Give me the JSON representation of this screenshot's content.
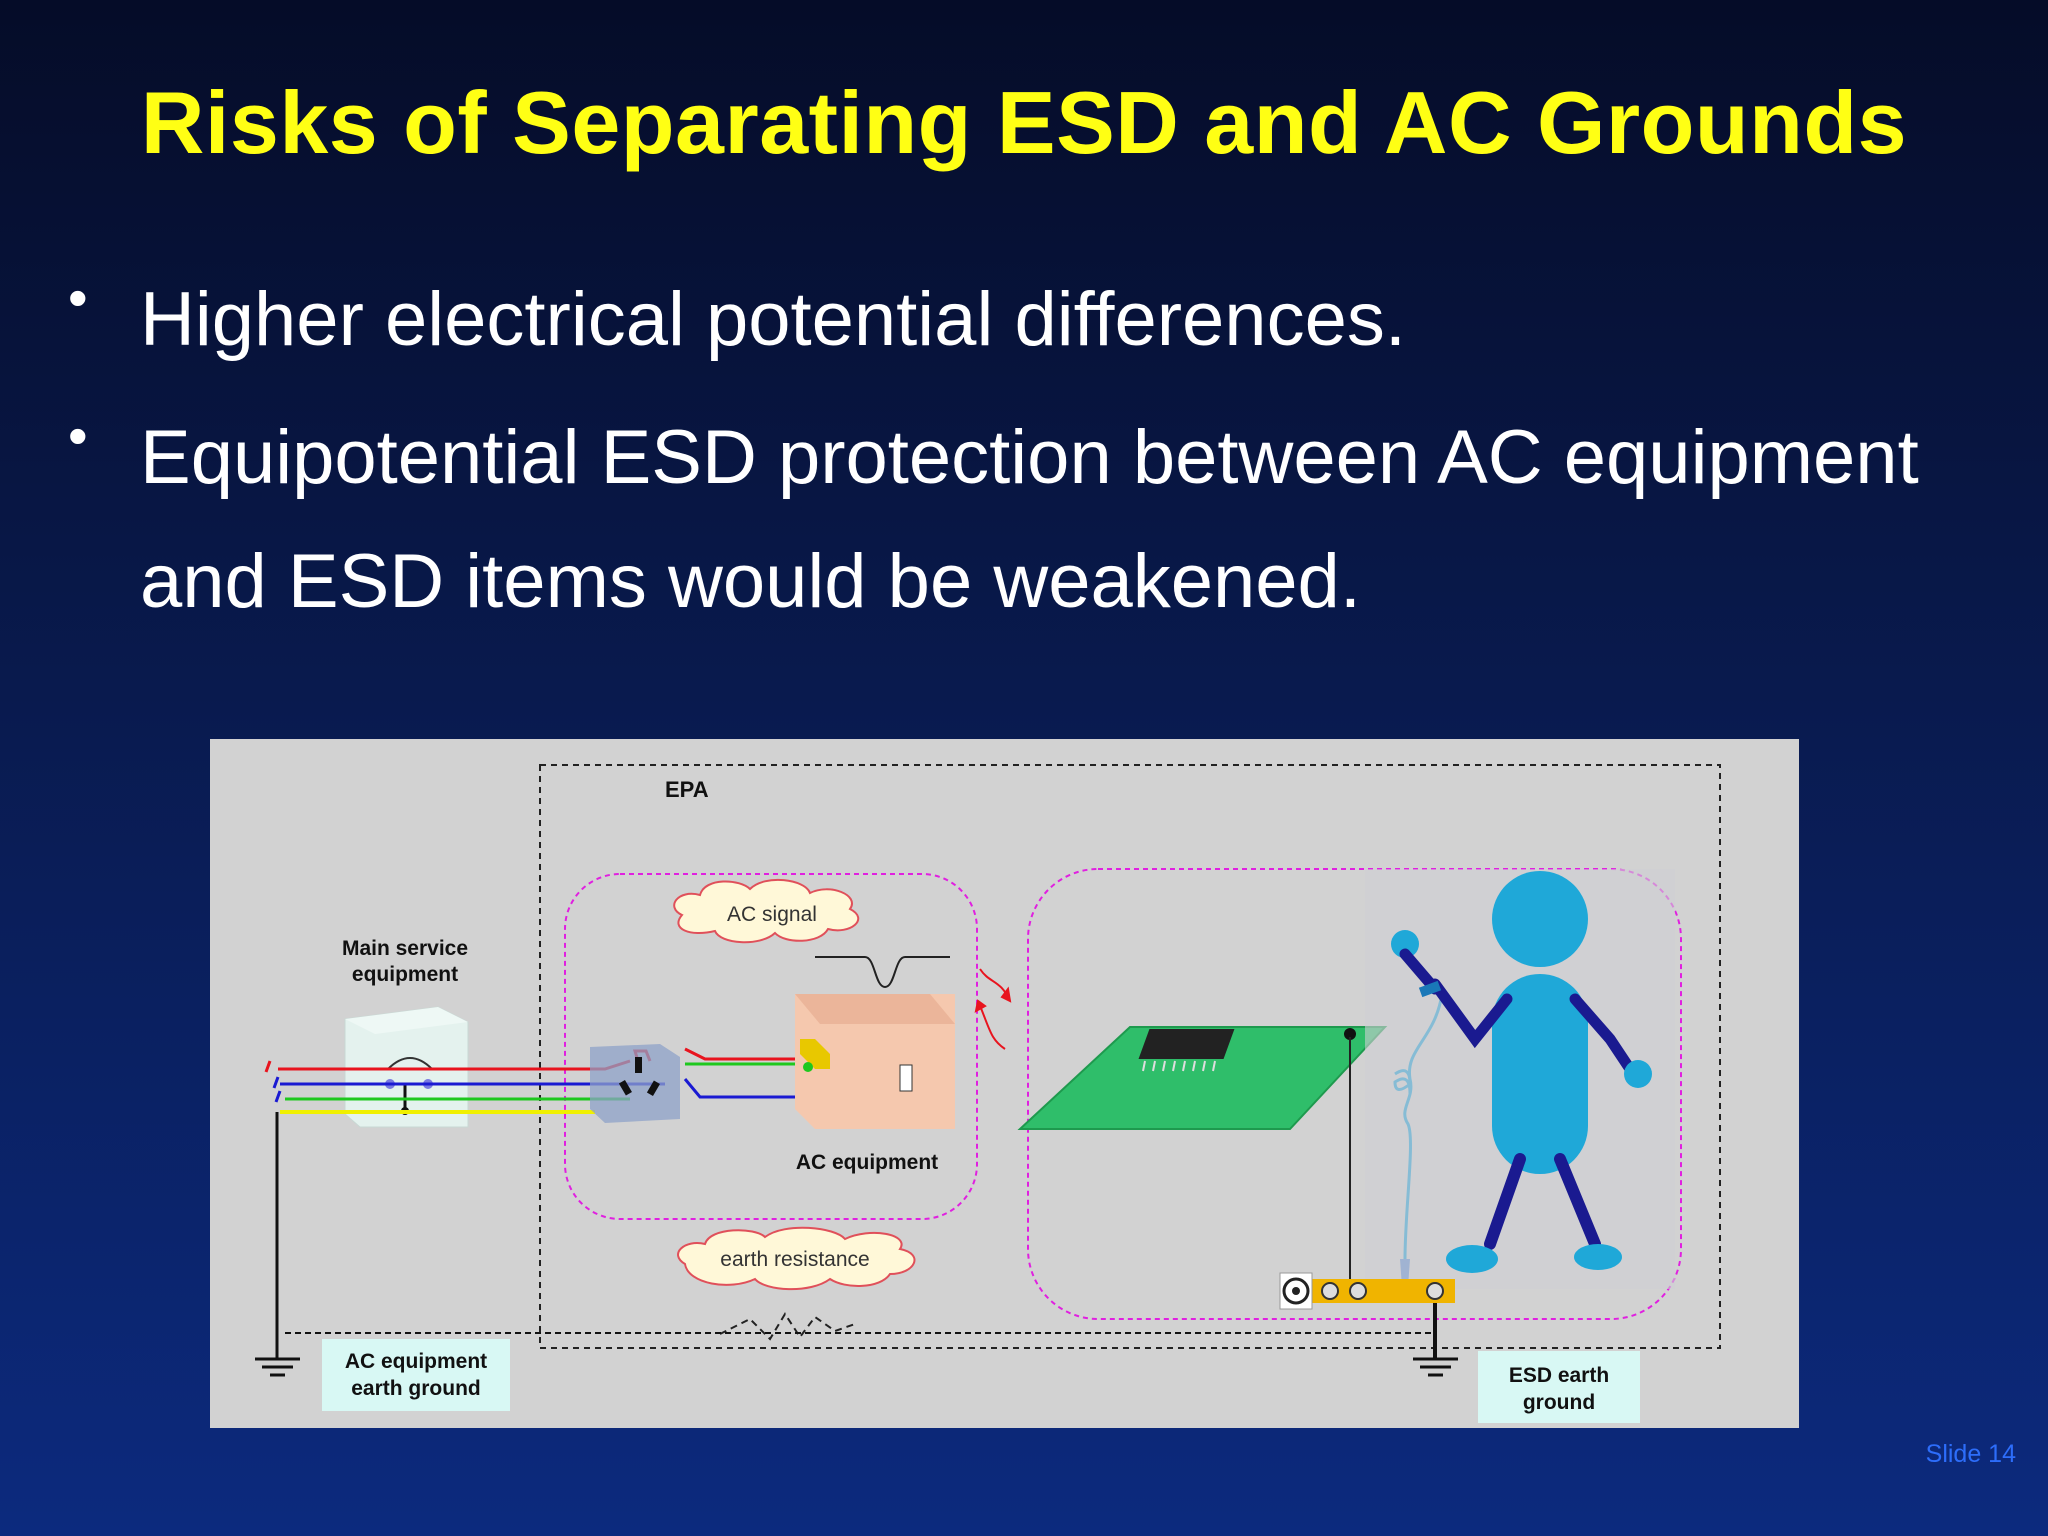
{
  "slide": {
    "title": "Risks of Separating ESD and AC Grounds",
    "bullets": [
      "Higher electrical potential differences.",
      "Equipotential ESD protection between AC equipment and ESD items would be weakened."
    ],
    "bullet_symbol": "•",
    "slide_number": "Slide 14"
  },
  "diagram": {
    "epa_label": "EPA",
    "main_service_label_line1": "Main service",
    "main_service_label_line2": "equipment",
    "ac_signal_label": "AC signal",
    "ac_equipment_label": "AC equipment",
    "earth_resistance_label": "earth resistance",
    "ac_ground_label_line1": "AC equipment",
    "ac_ground_label_line2": "earth ground",
    "esd_ground_label_line1": "ESD earth",
    "esd_ground_label_line2": "ground"
  },
  "colors": {
    "title": "#ffff14",
    "text": "#ffffff",
    "slide_number": "#2d6dfa",
    "wire_red": "#e8141e",
    "wire_blue": "#1a1ad2",
    "wire_green": "#1ec81e",
    "wire_yellow": "#f0f000",
    "pcb": "#2fbe6a",
    "figure_person": "#1fa8d8"
  }
}
